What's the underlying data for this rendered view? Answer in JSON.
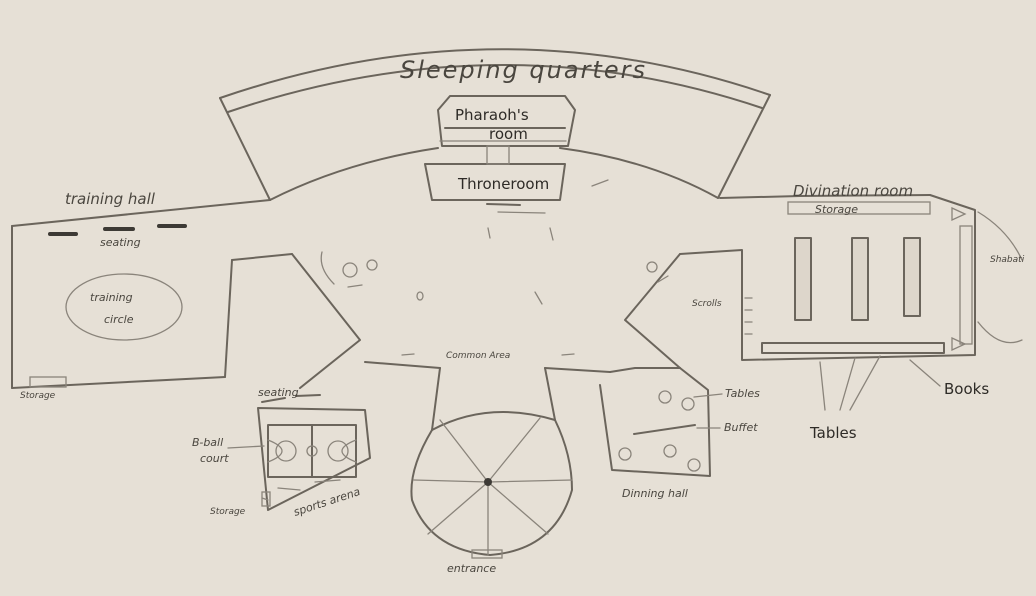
{
  "labels": {
    "sleeping_quarters": "Sleeping quarters",
    "pharaoh_room_line1": "Pharaoh's",
    "pharaoh_room_line2": "room",
    "throne_room": "Throneroom",
    "training_hall": "training hall",
    "seating_top": "seating",
    "training_circle_line1": "training",
    "training_circle_line2": "circle",
    "storage_left": "Storage",
    "divination_room": "Divination room",
    "storage_top": "Storage",
    "scrolls": "Scrolls",
    "shabati": "Shabati",
    "books": "Books",
    "tables": "Tables",
    "common_area": "Common Area",
    "seating_arena": "seating",
    "bball_line1": "B-ball",
    "bball_line2": "court",
    "storage_arena": "Storage",
    "sports_arena": "sports arena",
    "entrance": "entrance",
    "dining_tables": "Tables",
    "buffet": "Buffet",
    "dining_hall": "Dinning hall"
  }
}
